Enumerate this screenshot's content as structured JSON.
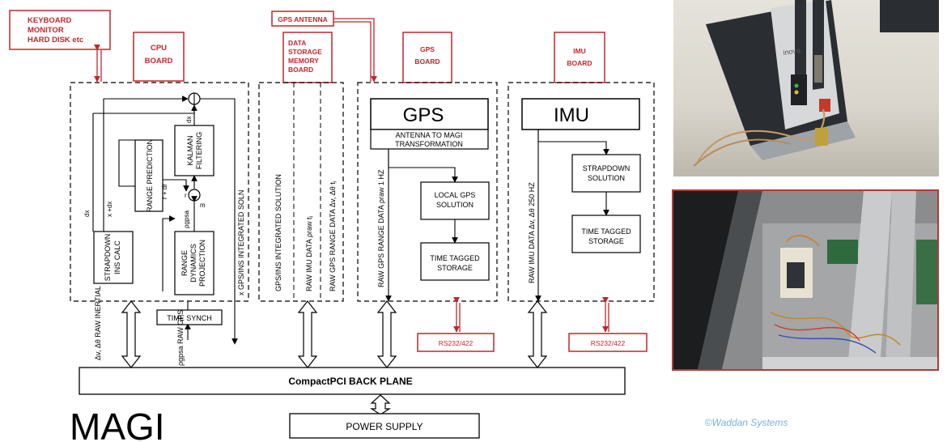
{
  "title": "MAGI",
  "watermark": "©Waddan Systems",
  "labels": {
    "keyboard": [
      "KEYBOARD",
      "MONITOR",
      "HARD DISK etc"
    ],
    "cpu_board": [
      "CPU",
      "BOARD"
    ],
    "data_board": [
      "DATA",
      "STORAGE",
      "MEMORY",
      "BOARD"
    ],
    "gps_antenna": "GPS ANTENNA",
    "gps_board": [
      "GPS",
      "BOARD"
    ],
    "imu_board": [
      "IMU",
      "BOARD"
    ]
  },
  "cpu": {
    "kalman": [
      "KALMAN",
      "FILTERING"
    ],
    "range_prediction": "RANGE PREDICTION",
    "strapdown": [
      "STRAPDOWN",
      "INS CALC"
    ],
    "range_dynamics": [
      "RANGE",
      "DYNAMICS",
      "PROJECTION"
    ],
    "time_synch": "TIME SYNCH",
    "out_label": "x  GPS/INS INTEGRATED SOLN",
    "dx_top": "dx",
    "dx_left": "dx",
    "x_plus_dx": "x +dx",
    "r_plus_dr": "r + dr",
    "r_label": "r",
    "m_label": "m",
    "rho_gpsa": "ρgpsa",
    "raw_inertial": "Δv, Δθ  RAW INERTIAL",
    "raw_gps": "ρgpsa  RAW GPS"
  },
  "data_storage": {
    "integrated": "GPS/INS INTEGRATED SOLUTION",
    "raw_imu": "RAW IMU DATA   ρraw  tⱼ",
    "raw_gps_range": "RAW GPS RANGE DATA  Δv, Δθ  tⱼ"
  },
  "gps": {
    "title": "GPS",
    "antenna_to_magi": [
      "ANTENNA TO MAGI",
      "TRANSFORMATION"
    ],
    "local_solution": [
      "LOCAL GPS",
      "SOLUTION"
    ],
    "time_tagged": [
      "TIME TAGGED",
      "STORAGE"
    ],
    "raw_range": "RAW GPS RANGE DATA  ρraw  1 HZ",
    "rs232": "RS232/422"
  },
  "imu": {
    "title": "IMU",
    "strapdown": [
      "STRAPDOWN",
      "SOLUTION"
    ],
    "time_tagged": [
      "TIME TAGGED",
      "STORAGE"
    ],
    "raw_data": "RAW IMU DATA  Δv, Δθ  250 HZ",
    "rs232": "RS232/422"
  },
  "backplane": "CompactPCI BACK PLANE",
  "power_supply": "POWER SUPPLY",
  "photo_top": {
    "brand": "inova"
  },
  "colors": {
    "accent": "#c0272d",
    "photo_border": "#b03a3a",
    "watermark": "#7fb0d8"
  }
}
